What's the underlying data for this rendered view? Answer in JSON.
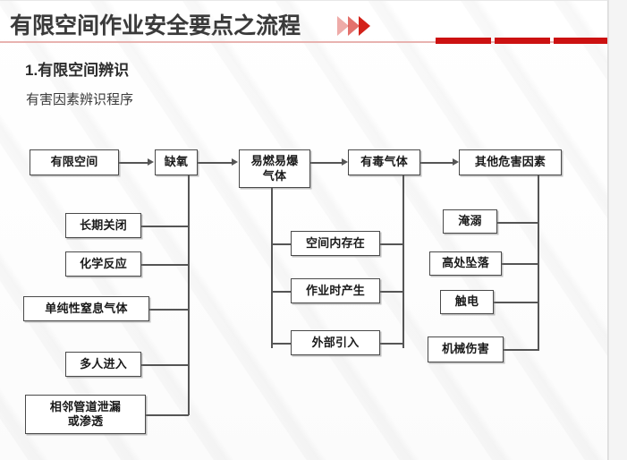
{
  "header": {
    "title": "有限空间作业安全要点之流程",
    "chevron_icon": "double-chevron-right-icon",
    "accent_color": "#cc1111",
    "bar_segments": 3
  },
  "section": {
    "number_title": "1.有限空间辨识",
    "subtitle": "有害因素辨识程序"
  },
  "flow": {
    "top_row": [
      {
        "id": "limited-space",
        "label": "有限空间"
      },
      {
        "id": "oxygen-deficiency",
        "label": "缺氧"
      },
      {
        "id": "flammable-gas",
        "label": "易燃易爆\n气体"
      },
      {
        "id": "toxic-gas",
        "label": "有毒气体"
      },
      {
        "id": "other-hazards",
        "label": "其他危害因素"
      }
    ],
    "oxygen_causes": [
      {
        "id": "long-term-closed",
        "label": "长期关闭"
      },
      {
        "id": "chemical-reaction",
        "label": "化学反应"
      },
      {
        "id": "simple-asphyxiant",
        "label": "单纯性窒息气体"
      },
      {
        "id": "many-people-enter",
        "label": "多人进入"
      },
      {
        "id": "adjacent-pipe-leak",
        "label": "相邻管道泄漏\n或渗透"
      }
    ],
    "gas_sources": [
      {
        "id": "exists-in-space",
        "label": "空间内存在"
      },
      {
        "id": "generated-at-work",
        "label": "作业时产生"
      },
      {
        "id": "introduced-external",
        "label": "外部引入"
      }
    ],
    "other_hazard_items": [
      {
        "id": "drowning",
        "label": "淹溺"
      },
      {
        "id": "fall-from-height",
        "label": "高处坠落"
      },
      {
        "id": "electric-shock",
        "label": "触电"
      },
      {
        "id": "mechanical-harm",
        "label": "机械伤害"
      }
    ]
  }
}
